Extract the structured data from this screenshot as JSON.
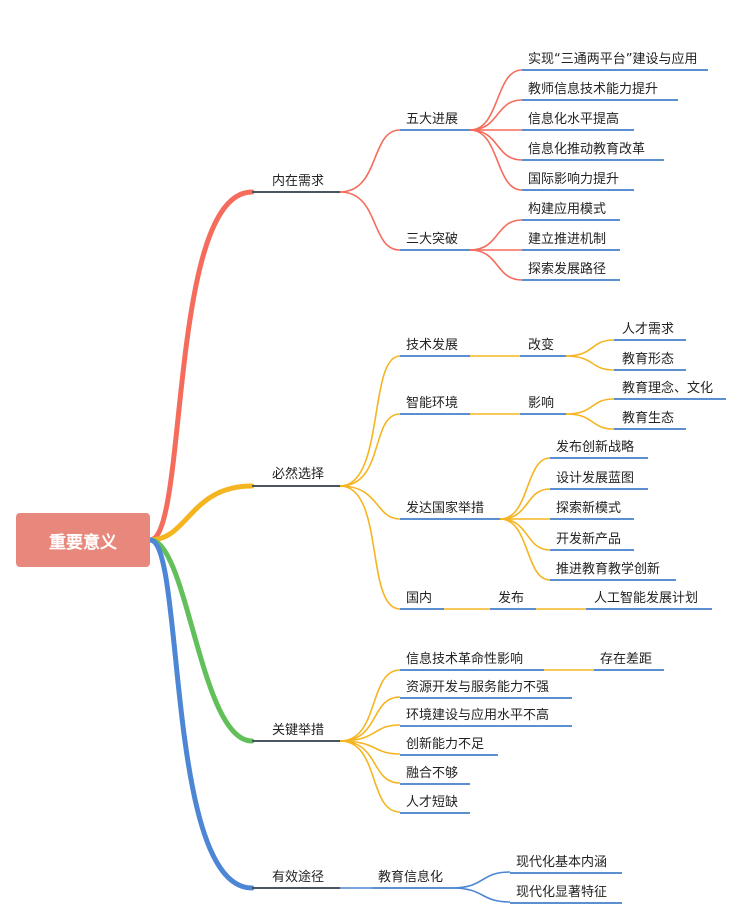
{
  "root": "重要意义",
  "colors": {
    "red": "#f56c5c",
    "orange": "#f5b521",
    "green": "#62c05a",
    "blue": "#4c86d4",
    "dark_underline": "#4a5560",
    "blue_underline": "#5b8fd0",
    "root_bg": "#e8877b"
  },
  "branches": [
    {
      "label": "内在需求",
      "children": [
        {
          "label": "五大进展",
          "children": [
            "实现“三通两平台”建设与应用",
            "教师信息技术能力提升",
            "信息化水平提高",
            "信息化推动教育改革",
            "国际影响力提升"
          ]
        },
        {
          "label": "三大突破",
          "children": [
            "构建应用模式",
            "建立推进机制",
            "探索发展路径"
          ]
        }
      ]
    },
    {
      "label": "必然选择",
      "children": [
        {
          "label": "技术发展",
          "via": "改变",
          "children": [
            "人才需求",
            "教育形态"
          ]
        },
        {
          "label": "智能环境",
          "via": "影响",
          "children": [
            "教育理念、文化",
            "教育生态"
          ]
        },
        {
          "label": "发达国家举措",
          "children": [
            "发布创新战略",
            "设计发展蓝图",
            "探索新模式",
            "开发新产品",
            "推进教育教学创新"
          ]
        },
        {
          "label": "国内",
          "via": "发布",
          "children": [
            "人工智能发展计划"
          ]
        }
      ]
    },
    {
      "label": "关键举措",
      "children": [
        {
          "label": "信息技术革命性影响",
          "children": [
            "存在差距"
          ]
        },
        {
          "label": "资源开发与服务能力不强"
        },
        {
          "label": "环境建设与应用水平不高"
        },
        {
          "label": "创新能力不足"
        },
        {
          "label": "融合不够"
        },
        {
          "label": "人才短缺"
        }
      ]
    },
    {
      "label": "有效途径",
      "children": [
        {
          "label": "教育信息化",
          "children": [
            "现代化基本内涵",
            "现代化显著特征"
          ]
        }
      ]
    }
  ]
}
